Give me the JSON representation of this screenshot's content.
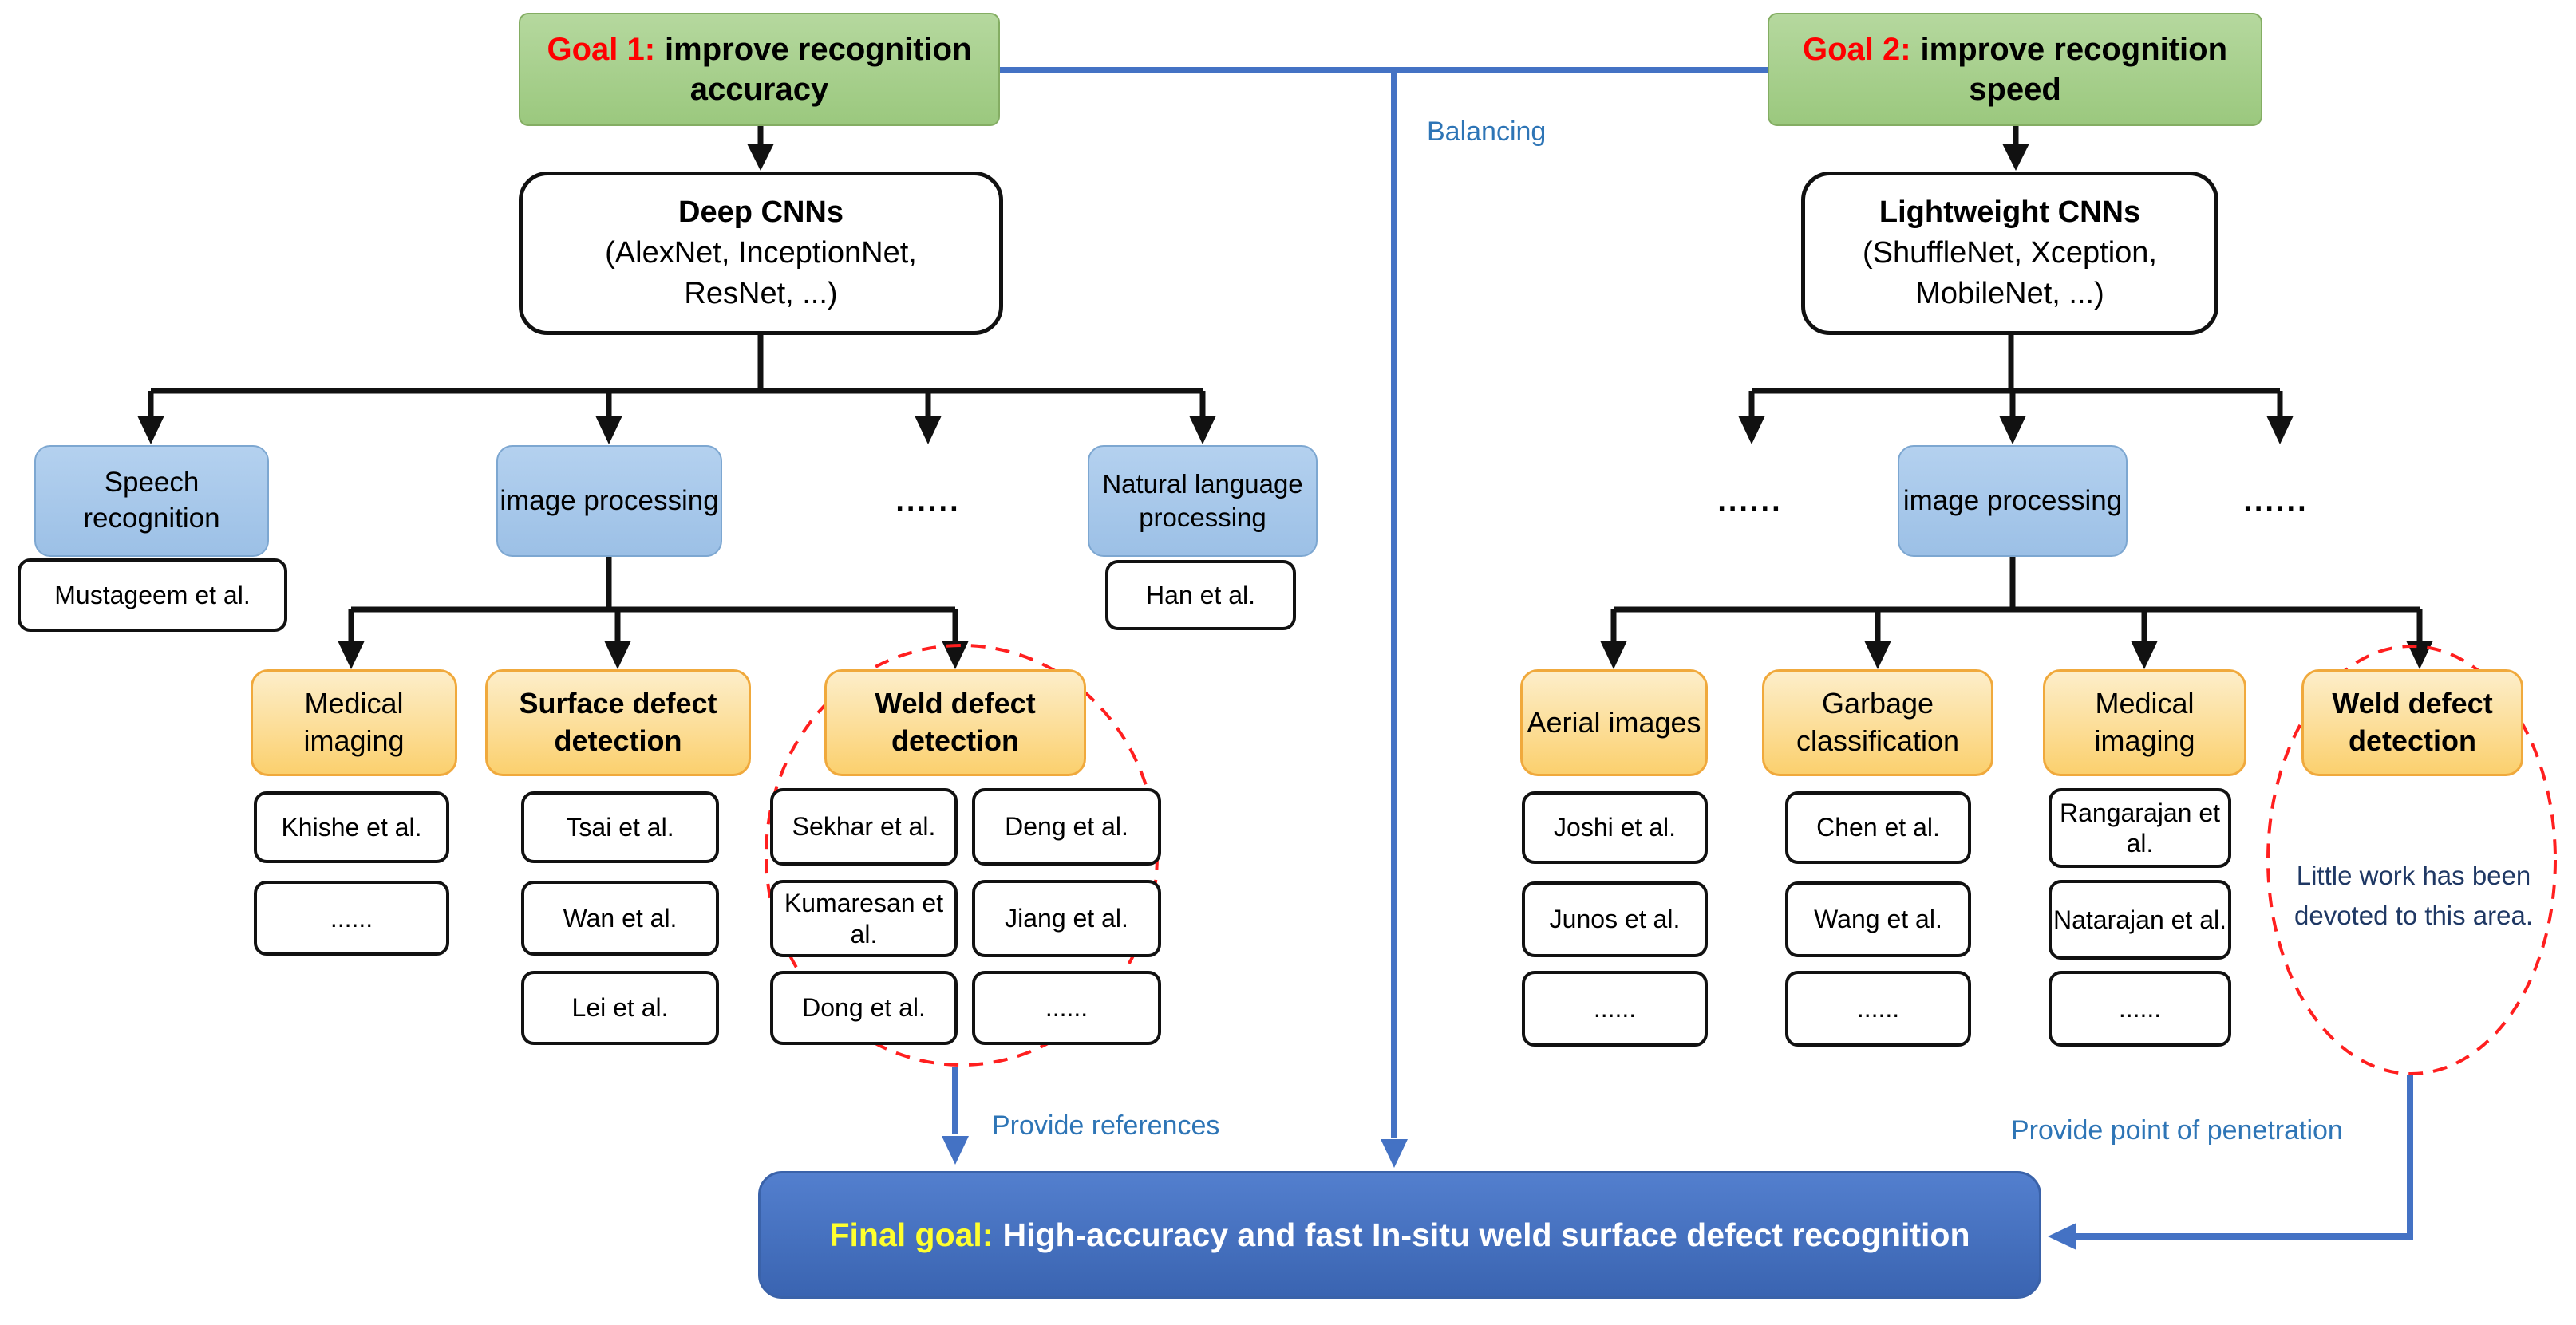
{
  "diagram": {
    "goal1": {
      "prefix": "Goal 1:",
      "text": "improve recognition accuracy"
    },
    "goal2": {
      "prefix": "Goal 2:",
      "text": "improve recognition speed"
    },
    "balancing_label": "Balancing",
    "deep_cnns": {
      "title": "Deep CNNs",
      "subtitle": "(AlexNet, InceptionNet, ResNet, ...)"
    },
    "lightweight_cnns": {
      "title": "Lightweight CNNs",
      "subtitle": "(ShuffleNet, Xception, MobileNet, ...)"
    },
    "dots": "......",
    "left": {
      "speech": "Speech recognition",
      "speech_ref": "Mustageem et al.",
      "image_processing": "image processing",
      "nlp": "Natural language processing",
      "nlp_ref": "Han et al.",
      "medical": "Medical imaging",
      "medical_refs": [
        "Khishe et al.",
        "......"
      ],
      "surface": "Surface defect detection",
      "surface_refs": [
        "Tsai et al.",
        "Wan et al.",
        "Lei et al."
      ],
      "weld": "Weld defect detection",
      "weld_refs_col1": [
        "Sekhar et al.",
        "Kumaresan et al.",
        "Dong et al."
      ],
      "weld_refs_col2": [
        "Deng et al.",
        "Jiang et al.",
        "......"
      ],
      "provide_label": "Provide references"
    },
    "right": {
      "image_processing": "image processing",
      "aerial": "Aerial images",
      "aerial_refs": [
        "Joshi et al.",
        "Junos et al.",
        "......"
      ],
      "garbage": "Garbage classification",
      "garbage_refs": [
        "Chen et al.",
        "Wang et al.",
        "......"
      ],
      "medical": "Medical imaging",
      "medical_refs": [
        "Rangarajan et al.",
        "Natarajan et al.",
        "......"
      ],
      "weld": "Weld defect detection",
      "weld_note": "Little work has been devoted to this area.",
      "provide_label": "Provide point of penetration"
    },
    "final_goal": {
      "prefix": "Final goal:",
      "text": "High-accuracy and fast In-situ weld surface defect recognition"
    },
    "colors": {
      "goal_green": "#9bc87e",
      "category_blue": "#9cc0e6",
      "category_orange": "#fbd06e",
      "final_blue": "#4472c4",
      "connector_blue": "#4472c4",
      "label_blue": "#2e75b6",
      "highlight_red": "#ff1f1f",
      "goal_prefix_red": "#fe0000",
      "final_prefix_yellow": "#ffff2e"
    }
  }
}
